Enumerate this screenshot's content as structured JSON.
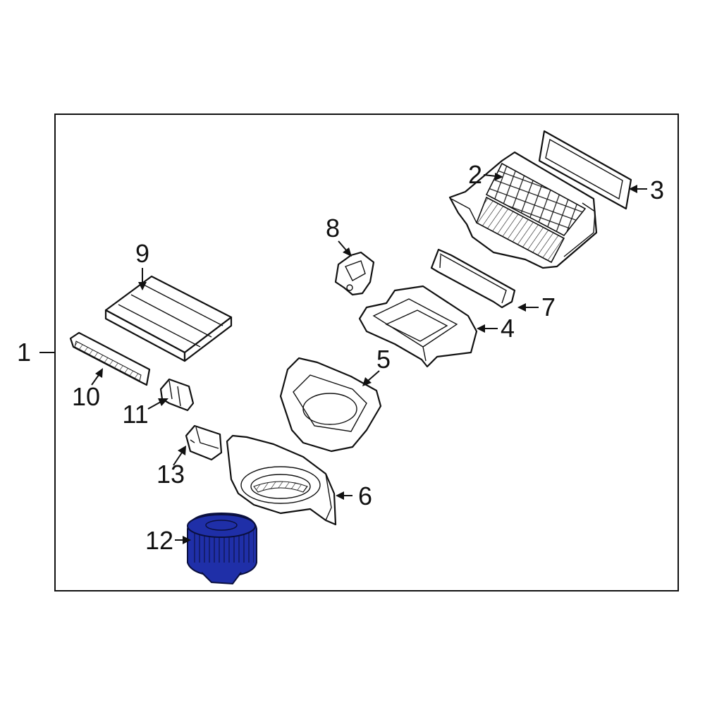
{
  "diagram": {
    "highlight_color": "#1f2fa8",
    "line_color": "#111111",
    "background": "#ffffff",
    "callouts": [
      {
        "id": "c1",
        "label": "1"
      },
      {
        "id": "c2",
        "label": "2"
      },
      {
        "id": "c3",
        "label": "3"
      },
      {
        "id": "c4",
        "label": "4"
      },
      {
        "id": "c5",
        "label": "5"
      },
      {
        "id": "c6",
        "label": "6"
      },
      {
        "id": "c7",
        "label": "7"
      },
      {
        "id": "c8",
        "label": "8"
      },
      {
        "id": "c9",
        "label": "9"
      },
      {
        "id": "c10",
        "label": "10"
      },
      {
        "id": "c11",
        "label": "11"
      },
      {
        "id": "c12",
        "label": "12"
      },
      {
        "id": "c13",
        "label": "13"
      }
    ]
  }
}
